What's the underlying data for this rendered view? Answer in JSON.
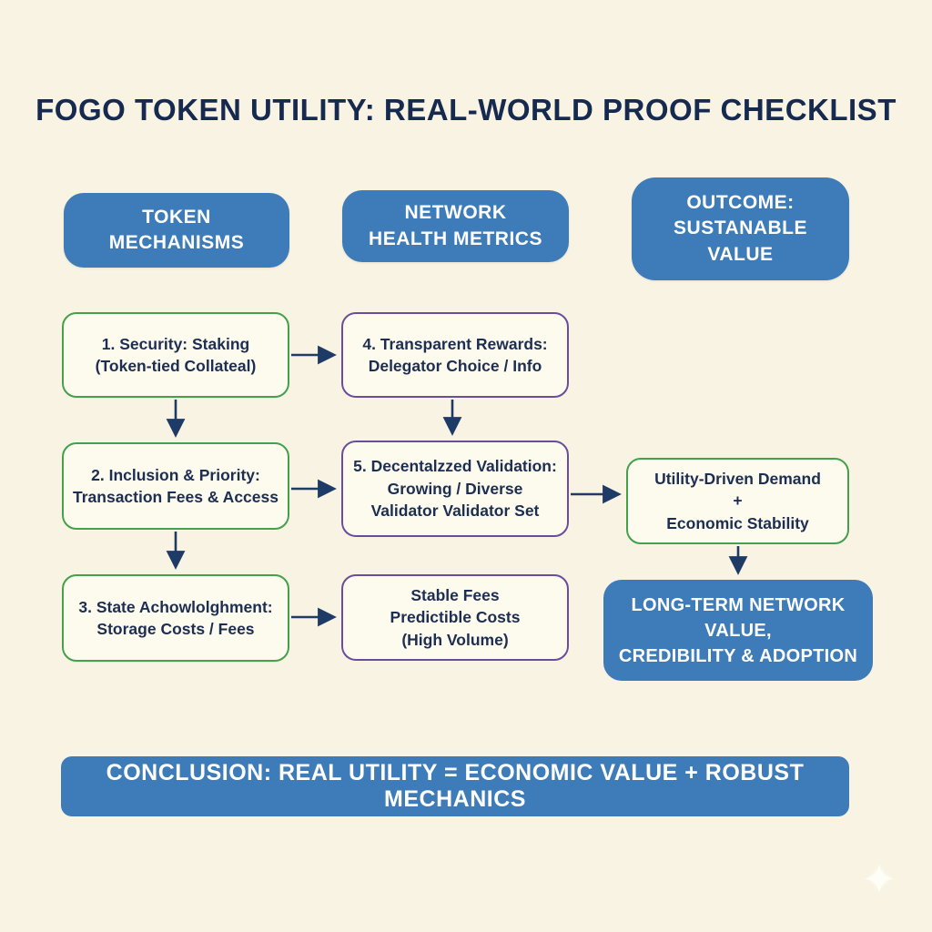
{
  "title": "FOGO TOKEN UTILITY: REAL-WORLD PROOF CHECKLIST",
  "colors": {
    "background": "#f8f3e2",
    "header_blue": "#3d7cb8",
    "title_navy": "#16294f",
    "green_border": "#43a04c",
    "purple_border": "#6a4d9e",
    "box_fill": "#fdfaee",
    "box_text": "#1c2e52",
    "arrow": "#1e3a66",
    "banner_text": "#ffffff"
  },
  "headers": [
    {
      "id": "token-mechanisms",
      "label": "TOKEN\nMECHANISMS"
    },
    {
      "id": "network-health-metrics",
      "label": "NETWORK\nHEALTH METRICS"
    },
    {
      "id": "outcome-sustainable-value",
      "label": "OUTCOME:\nSUSTANABLE\nVALUE"
    }
  ],
  "flow": [
    {
      "id": "security-staking",
      "column": "token-mechanisms",
      "border": "green",
      "text": "1. Security: Staking\n(Token-tied Collateal)"
    },
    {
      "id": "inclusion-priority",
      "column": "token-mechanisms",
      "border": "green",
      "text": "2. Inclusion & Priority:\nTransaction Fees & Access"
    },
    {
      "id": "state-acknowledgment",
      "column": "token-mechanisms",
      "border": "green",
      "text": "3. State Achowlolghment:\nStorage Costs / Fees"
    },
    {
      "id": "transparent-rewards",
      "column": "network-health-metrics",
      "border": "purple",
      "text": "4. Transparent Rewards:\nDelegator Choice / Info"
    },
    {
      "id": "decentralized-validation",
      "column": "network-health-metrics",
      "border": "purple",
      "text": "5. Decentalzzed Validation:\nGrowing / Diverse\nValidator Validator Set"
    },
    {
      "id": "stable-fees",
      "column": "network-health-metrics",
      "border": "purple",
      "text": "Stable Fees\nPredictible Costs\n(High Volume)"
    }
  ],
  "outcome_boxes": [
    {
      "id": "utility-driven-demand",
      "border": "green",
      "text": "Utility-Driven Demand\n+\nEconomic Stability"
    },
    {
      "id": "long-term-network-value",
      "style": "blue-filled",
      "text": "LONG-TERM NETWORK VALUE,\nCREDIBILITY & ADOPTION"
    }
  ],
  "arrows": [
    {
      "from": "security-staking",
      "to": "transparent-rewards",
      "direction": "right"
    },
    {
      "from": "security-staking",
      "to": "inclusion-priority",
      "direction": "down"
    },
    {
      "from": "transparent-rewards",
      "to": "decentralized-validation",
      "direction": "down"
    },
    {
      "from": "inclusion-priority",
      "to": "decentralized-validation",
      "direction": "right"
    },
    {
      "from": "inclusion-priority",
      "to": "state-acknowledgment",
      "direction": "down"
    },
    {
      "from": "state-acknowledgment",
      "to": "stable-fees",
      "direction": "right"
    },
    {
      "from": "decentralized-validation",
      "to": "utility-driven-demand",
      "direction": "right"
    },
    {
      "from": "utility-driven-demand",
      "to": "long-term-network-value",
      "direction": "down"
    }
  ],
  "conclusion": {
    "text": "CONCLUSION: REAL UTILITY = ECONOMIC VALUE + ROBUST MECHANICS"
  },
  "icons": {
    "sparkle": "✦"
  }
}
